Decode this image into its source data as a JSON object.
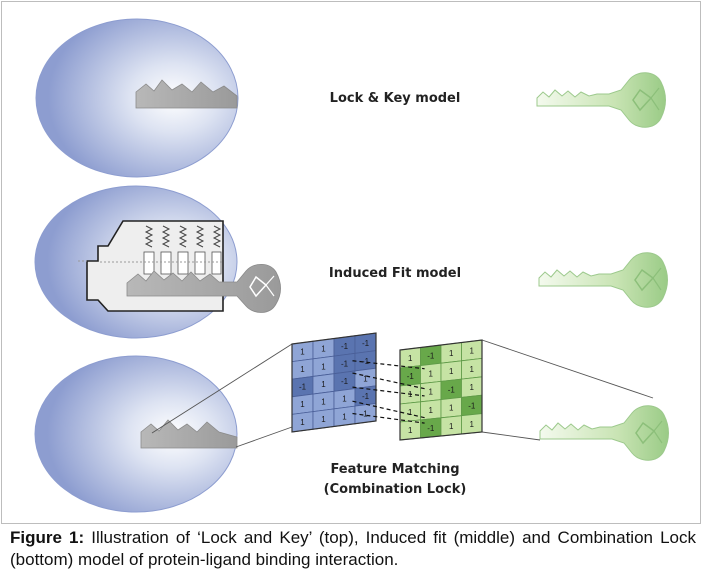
{
  "labels": {
    "lock_key": "Lock & Key model",
    "induced_fit": "Induced Fit model",
    "feature_matching_line1": "Feature Matching",
    "feature_matching_line2": "(Combination Lock)"
  },
  "caption": {
    "prefix": "Figure 1:",
    "text": " Illustration of ‘Lock and Key’ (top), Induced fit (middle) and Combination Lock (bottom) model of protein-ligand binding interaction."
  },
  "matrix_left": [
    [
      "1",
      "1",
      "-1",
      "-1"
    ],
    [
      "1",
      "1",
      "-1",
      "-1"
    ],
    [
      "-1",
      "1",
      "-1",
      "1"
    ],
    [
      "1",
      "1",
      "1",
      "-1"
    ],
    [
      "1",
      "1",
      "1",
      "1"
    ]
  ],
  "matrix_right": [
    [
      "1",
      "-1",
      "1",
      "1"
    ],
    [
      "-1",
      "1",
      "1",
      "1"
    ],
    [
      "1",
      "1",
      "-1",
      "1"
    ],
    [
      "1",
      "1",
      "1",
      "-1"
    ],
    [
      "1",
      "-1",
      "1",
      "1"
    ]
  ],
  "colors": {
    "lock_fill_center": "#ffffff",
    "lock_fill_edge": "#8d9dd0",
    "key_gray": "#a9a9a9",
    "key_green_light": "#e9f4dd",
    "key_green_dark": "#8cc27a",
    "matrix_blue": "#8fa5d6",
    "matrix_blue_dark": "#5a74b0",
    "matrix_green": "#c6e3a4",
    "matrix_green_dark": "#68a84a"
  }
}
